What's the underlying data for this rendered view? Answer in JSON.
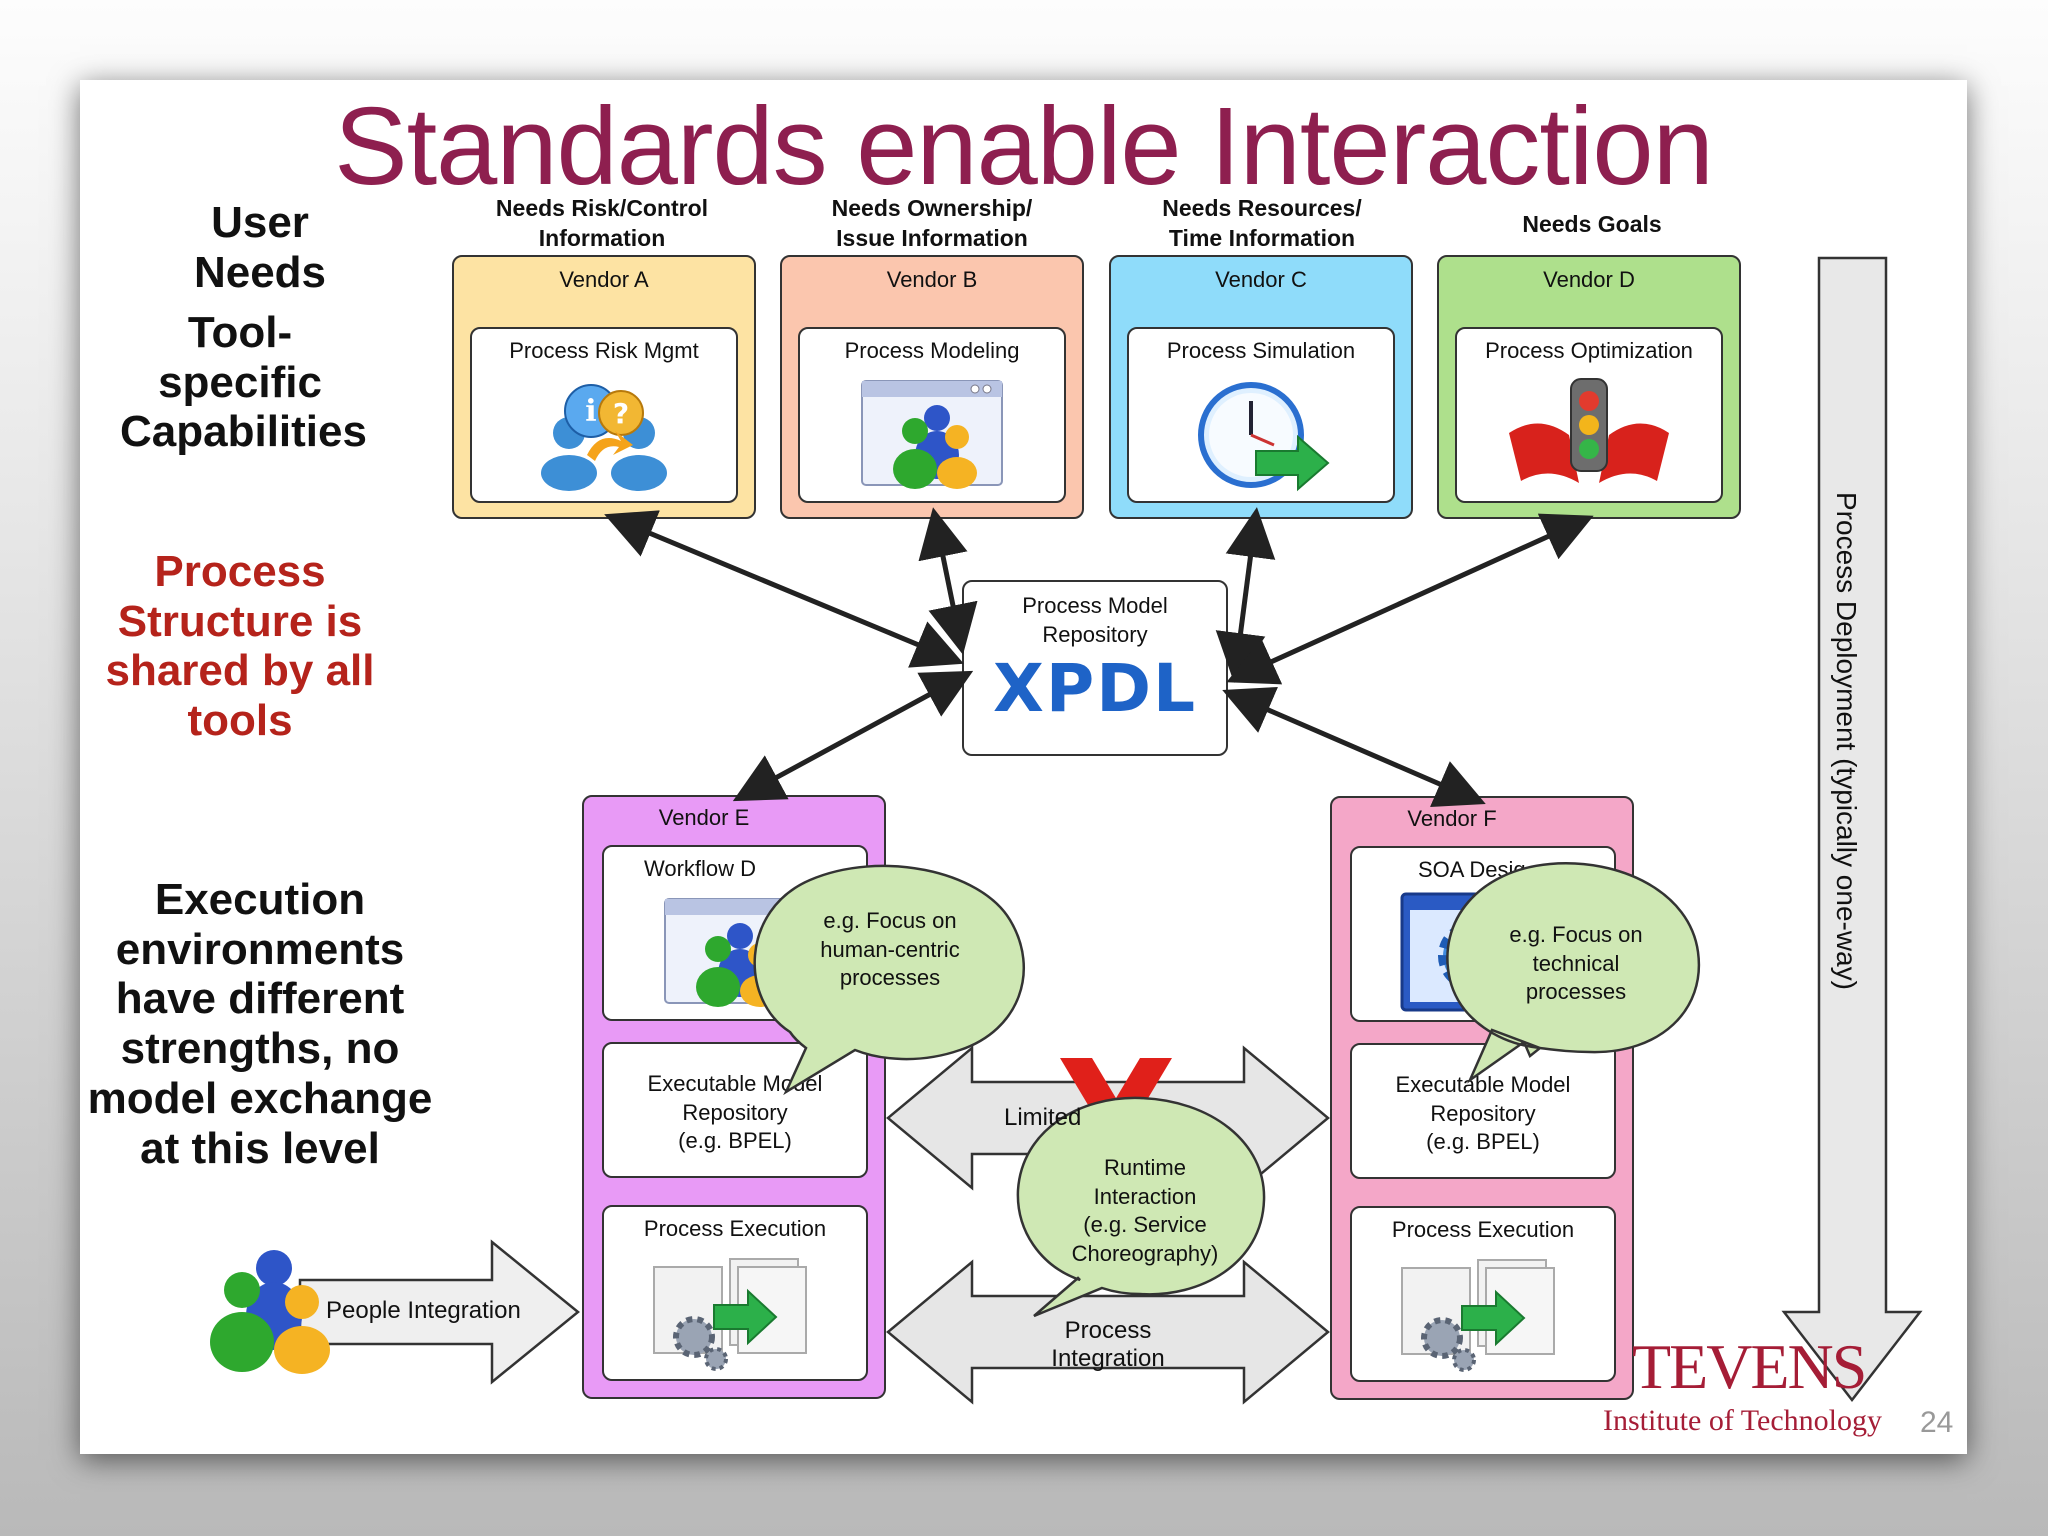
{
  "title": "Standards enable Interaction",
  "left_labels": {
    "user_needs": "User Needs",
    "tool_specific": [
      "Tool-",
      "specific",
      "Capabilities"
    ],
    "process_structure": [
      "Process",
      "Structure is",
      "shared by all",
      "tools"
    ],
    "execution": [
      "Execution",
      "environments",
      "have different",
      "strengths, no",
      "model exchange",
      "at this level"
    ]
  },
  "needs": [
    {
      "lines": [
        "Needs Risk/Control",
        "Information"
      ]
    },
    {
      "lines": [
        "Needs Ownership/",
        "Issue Information"
      ]
    },
    {
      "lines": [
        "Needs Resources/",
        "Time Information"
      ]
    },
    {
      "lines": [
        "Needs Goals"
      ]
    }
  ],
  "vendors_top": [
    {
      "vendor": "Vendor A",
      "tool": "Process Risk Mgmt",
      "icon": "risk-info-people-icon",
      "color": "#fde3a3"
    },
    {
      "vendor": "Vendor B",
      "tool": "Process Modeling",
      "icon": "modeling-window-people-icon",
      "color": "#fbc6ae"
    },
    {
      "vendor": "Vendor C",
      "tool": "Process Simulation",
      "icon": "clock-arrow-icon",
      "color": "#8fdcfa"
    },
    {
      "vendor": "Vendor D",
      "tool": "Process Optimization",
      "icon": "traffic-light-flags-icon",
      "color": "#aee08c"
    }
  ],
  "repository": {
    "lines": [
      "Process Model",
      "Repository"
    ],
    "logo": "XPDL"
  },
  "vendor_e": {
    "vendor": "Vendor E",
    "tool": "Workflow D",
    "exec_repo": [
      "Executable Model",
      "Repository",
      "(e.g. BPEL)"
    ],
    "execution": "Process Execution",
    "color": "#e89af6"
  },
  "vendor_f": {
    "vendor": "Vendor F",
    "tool": "SOA Desig",
    "exec_repo": [
      "Executable Model",
      "Repository",
      "(e.g. BPEL)"
    ],
    "execution": "Process Execution",
    "color": "#f4a7c8"
  },
  "bubbles": {
    "human": [
      "e.g. Focus on",
      "human-centric",
      "processes"
    ],
    "technical": [
      "e.g. Focus on",
      "technical",
      "processes"
    ],
    "runtime": [
      "Runtime",
      "Interaction",
      "(e.g. Service",
      "Choreography)"
    ]
  },
  "arrows": {
    "limited": "Limited",
    "process_integration": "Process Integration",
    "people_integration": "People Integration",
    "deployment": "Process Deployment (typically one-way)"
  },
  "footer": {
    "logo_main": "TEVENS",
    "logo_sub": "Institute of Technology",
    "page": "24"
  },
  "colors": {
    "title": "#8e1f4f",
    "red_text": "#b5231b",
    "bubble": "#cfe8b4",
    "arrow_fill": "#e6e6e6"
  }
}
